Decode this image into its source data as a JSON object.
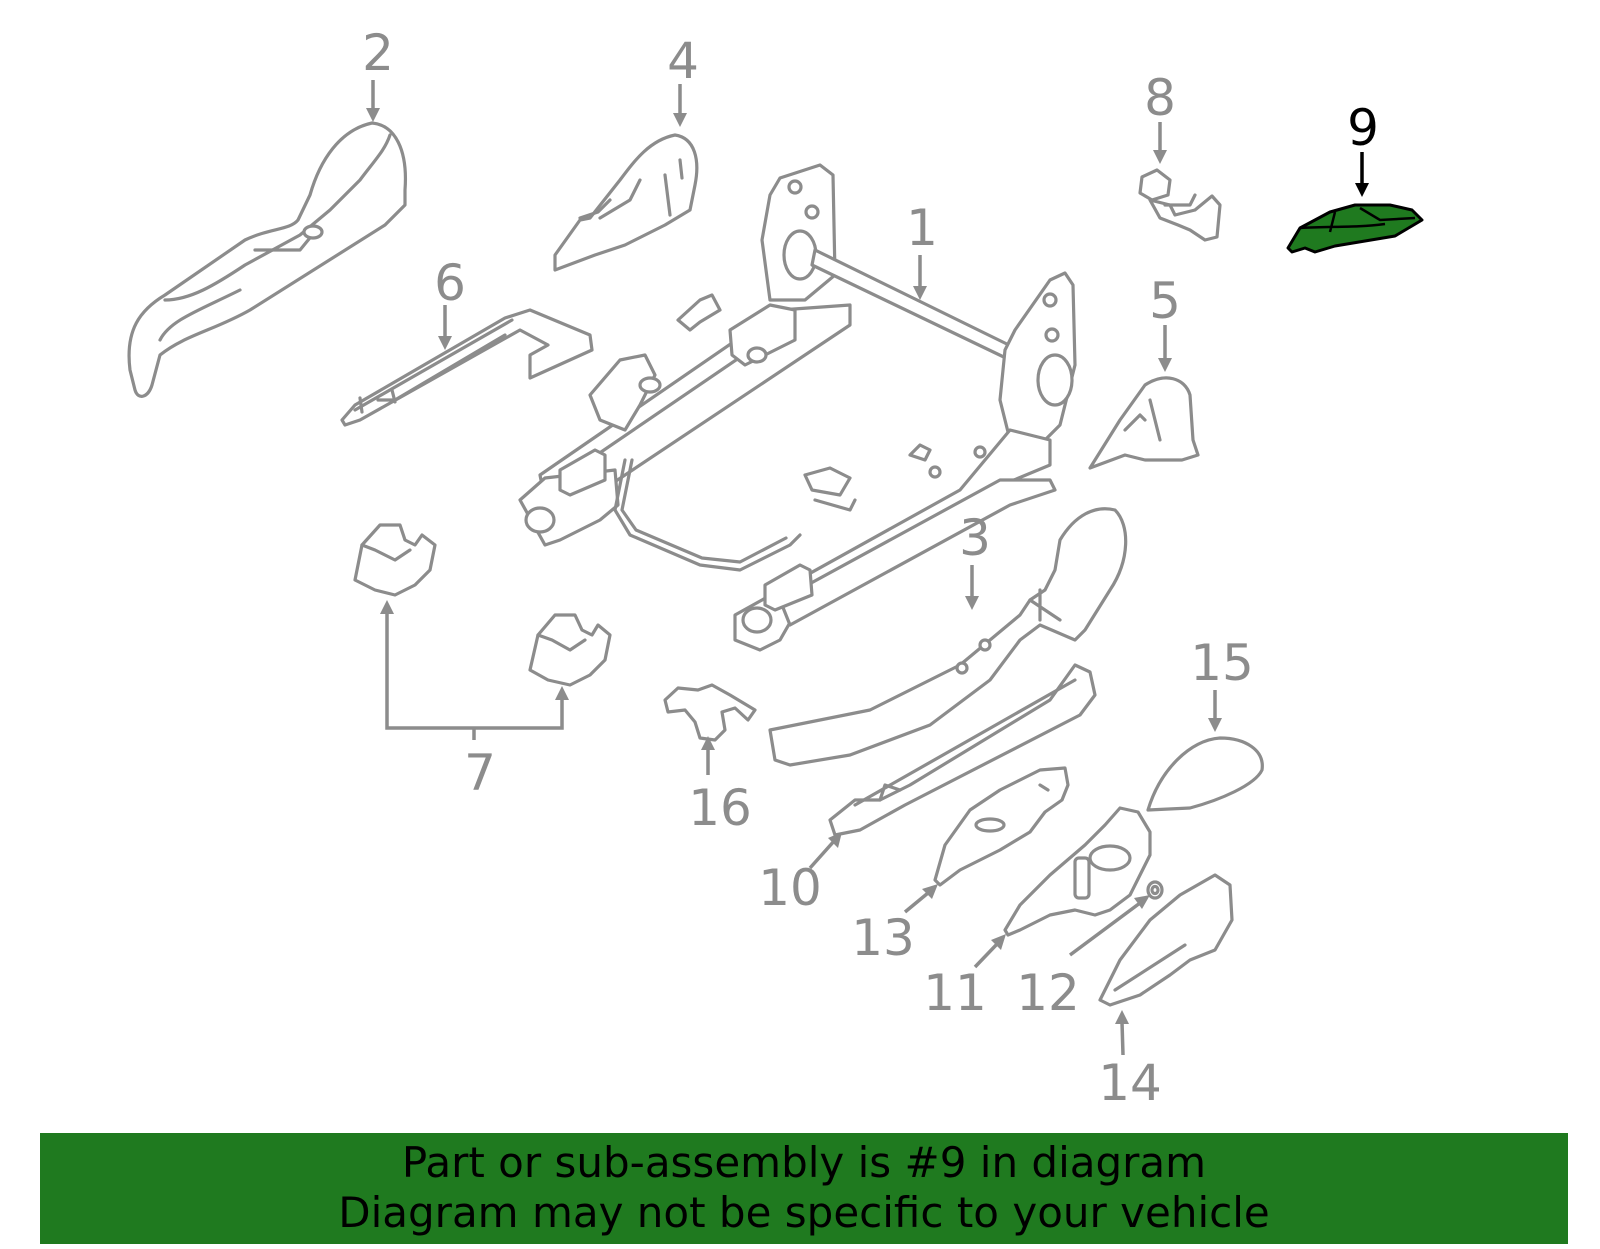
{
  "callouts": [
    "1",
    "2",
    "3",
    "4",
    "5",
    "6",
    "7",
    "8",
    "9",
    "10",
    "11",
    "12",
    "13",
    "14",
    "15",
    "16"
  ],
  "highlighted_part": "9",
  "highlight_color": "#1f7a1f",
  "line_color": "#8c8c8c",
  "banner": {
    "line1": "Part or sub-assembly is #9 in diagram",
    "line2": "Diagram may not be specific to your vehicle"
  }
}
